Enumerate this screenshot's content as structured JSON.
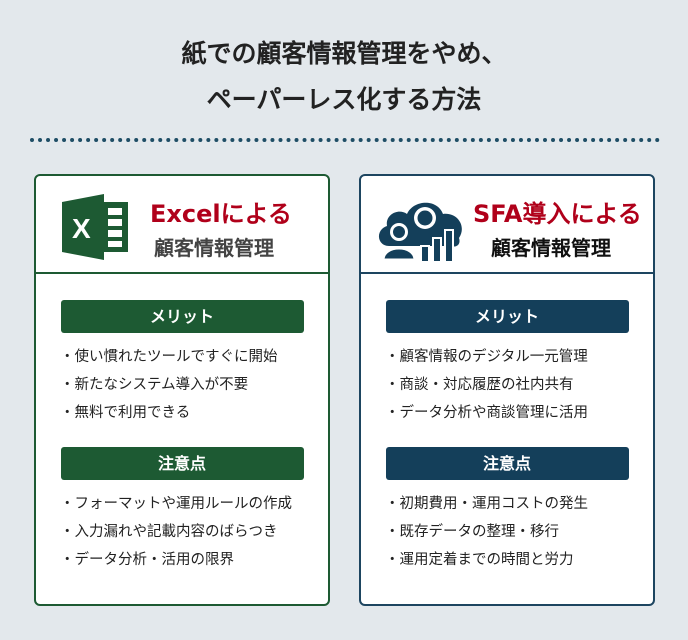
{
  "title": {
    "line1": "紙での顧客情報管理をやめ、",
    "line2": "ペーパーレス化する方法"
  },
  "colors": {
    "excel_green": "#1d5a33",
    "sfa_navy": "#143f5a",
    "accent_red": "#b0001a",
    "background": "#e3e8ec"
  },
  "cards": [
    {
      "icon": "excel-icon",
      "heading_accent": "Excelによる",
      "heading": "顧客情報管理",
      "merits_label": "メリット",
      "merits": [
        "使い慣れたツールですぐに開始",
        "新たなシステム導入が不要",
        "無料で利用できる"
      ],
      "cautions_label": "注意点",
      "cautions": [
        "フォーマットや運用ルールの作成",
        "入力漏れや記載内容のばらつき",
        "データ分析・活用の限界"
      ]
    },
    {
      "icon": "cloud-users-chart-icon",
      "heading_accent": "SFA導入による",
      "heading": "顧客情報管理",
      "merits_label": "メリット",
      "merits": [
        "顧客情報のデジタル一元管理",
        "商談・対応履歴の社内共有",
        "データ分析や商談管理に活用"
      ],
      "cautions_label": "注意点",
      "cautions": [
        "初期費用・運用コストの発生",
        "既存データの整理・移行",
        "運用定着までの時間と労力"
      ]
    }
  ]
}
